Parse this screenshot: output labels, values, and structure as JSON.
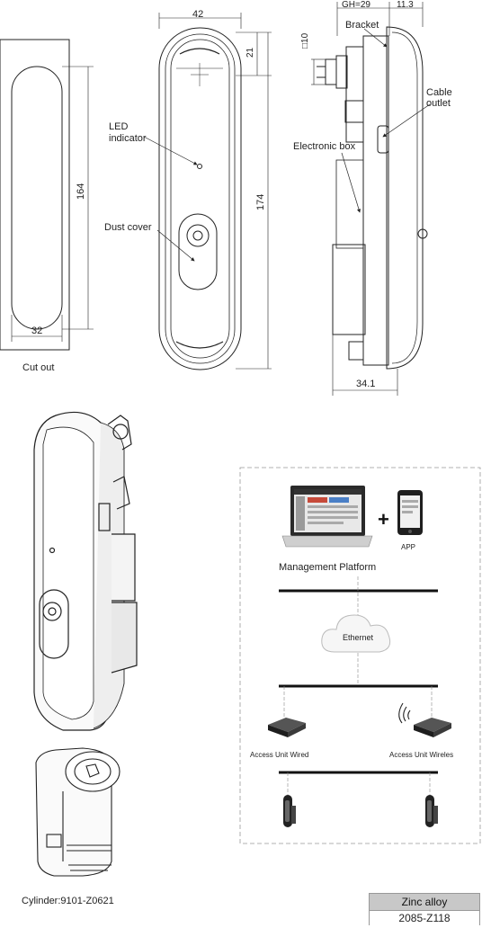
{
  "dimensions": {
    "width_42": "42",
    "height_21": "21",
    "height_164": "164",
    "height_174": "174",
    "width_32": "32",
    "gh_29": "GH=29",
    "depth_11_3": "11.3",
    "square_10": "□10",
    "depth_34_1": "34.1"
  },
  "labels": {
    "cut_out": "Cut out",
    "led_indicator_line1": "LED",
    "led_indicator_line2": "indicator",
    "dust_cover": "Dust cover",
    "bracket": "Bracket",
    "cable_outlet_line1": "Cable",
    "cable_outlet_line2": "outlet",
    "electronic_box": "Electronic box"
  },
  "network": {
    "app": "APP",
    "management_platform": "Management Platform",
    "ethernet": "Ethernet",
    "access_unit_wired": "Access Unit Wired",
    "access_unit_wireless": "Access Unit Wireles"
  },
  "cylinder": {
    "label": "Cylinder:9101-Z0621"
  },
  "material": {
    "name": "Zinc alloy",
    "code": "2085-Z118"
  }
}
